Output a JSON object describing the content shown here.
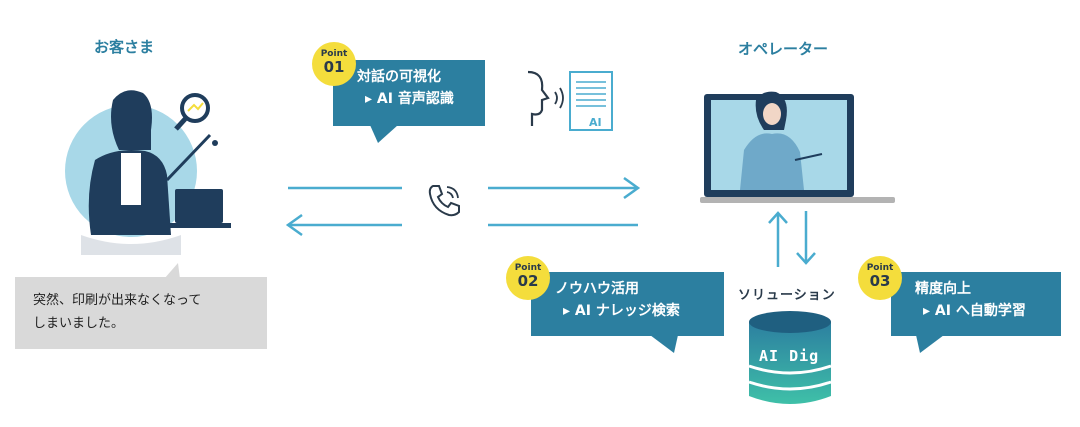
{
  "customer": {
    "title": "お客さま",
    "speech": [
      "突然、印刷が出来なくなって",
      "しまいました。"
    ]
  },
  "operator": {
    "title": "オペレーター"
  },
  "solution_label": "ソリューション",
  "database_label": "AI Dig",
  "document_label": "AI",
  "points": [
    {
      "badge_word": "Point",
      "badge_num": "01",
      "title": "対話の可視化",
      "sub": "▸ AI 音声認識"
    },
    {
      "badge_word": "Point",
      "badge_num": "02",
      "title": "ノウハウ活用",
      "sub": "▸ AI ナレッジ検索"
    },
    {
      "badge_word": "Point",
      "badge_num": "03",
      "title": "精度向上",
      "sub": "▸ AI へ自動学習"
    }
  ],
  "colors": {
    "primary": "#2c7fa0",
    "arrow": "#4aaccf",
    "badge": "#f4dd3c",
    "navy": "#1f3d5c",
    "light": "#a8d8e8"
  }
}
